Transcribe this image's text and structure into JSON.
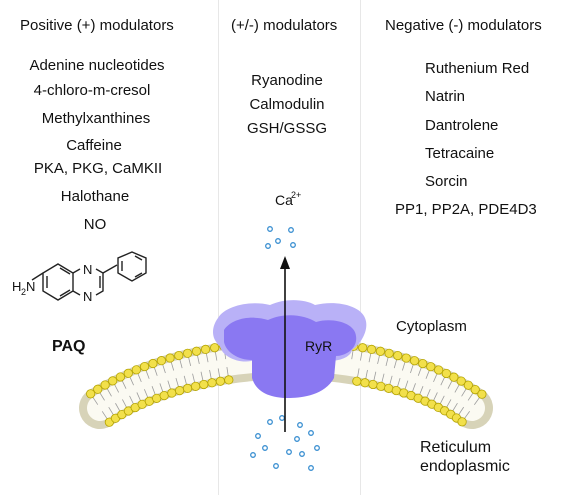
{
  "columns": {
    "positive": {
      "title": "Positive (+) modulators",
      "items": [
        "Adenine nucleotides",
        "4-chloro-m-cresol",
        "Methylxanthines",
        "Caffeine",
        "PKA, PKG, CaMKII",
        "Halothane",
        "NO"
      ]
    },
    "mixed": {
      "title": "(+/-) modulators",
      "items": [
        "Ryanodine",
        "Calmodulin",
        "GSH/GSSG"
      ]
    },
    "negative": {
      "title": "Negative (-) modulators",
      "items": [
        "Ruthenium Red",
        "Natrin",
        "Dantrolene",
        "Tetracaine",
        "Sorcin",
        "PP1, PP2A, PDE4D3"
      ]
    }
  },
  "molecule": {
    "name": "PAQ",
    "substituent_H": "H",
    "substituent_2": "2",
    "substituent_N": "N",
    "ring_atom_1": "N",
    "ring_atom_2": "N"
  },
  "diagram": {
    "ion": "Ca",
    "ion_charge": "2+",
    "channel_label": "RyR",
    "cytoplasm_label": "Cytoplasm",
    "reticulum_line1": "Reticulum",
    "reticulum_line2": "endoplasmic"
  },
  "colors": {
    "channel_light": "#b9b1f7",
    "channel_dark": "#8a78f2",
    "lipid_head": "#f2e04b",
    "lipid_outline": "#b5a400",
    "ion_dot": "#3a8fd1"
  }
}
